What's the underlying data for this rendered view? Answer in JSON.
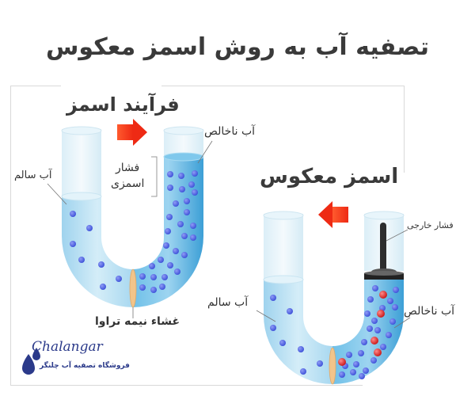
{
  "title": "تصفیه آب به روش اسمز معکوس",
  "osmosis": {
    "heading": "فرآیند اسمز",
    "labels": {
      "pure_water": "آب سالم",
      "impure_water": "آب ناخالص",
      "osmotic_pressure_line1": "فشار",
      "osmotic_pressure_line2": "اسمزی",
      "membrane": "غشاء نیمه تراوا"
    },
    "arrow_direction": "right"
  },
  "reverse_osmosis": {
    "heading": "اسمز معکوس",
    "labels": {
      "external_pressure": "فشار خارجی",
      "pure_water": "آب سالم",
      "impure_water": "آب ناخالص"
    },
    "arrow_direction": "left"
  },
  "brand": {
    "name": "Chalangar",
    "subtitle": "فروشگاه تصفیه آب چلنگر",
    "icon": "water-drops-icon"
  },
  "colors": {
    "water_light": "#bfe3f3",
    "water_dark": "#3fa8dc",
    "particle_blue": "#4a5fe0",
    "particle_red": "#e02020",
    "arrow": "#f23a1e",
    "membrane": "#f2c48a",
    "text": "#3a3a3a",
    "brand": "#2b3a8a"
  }
}
